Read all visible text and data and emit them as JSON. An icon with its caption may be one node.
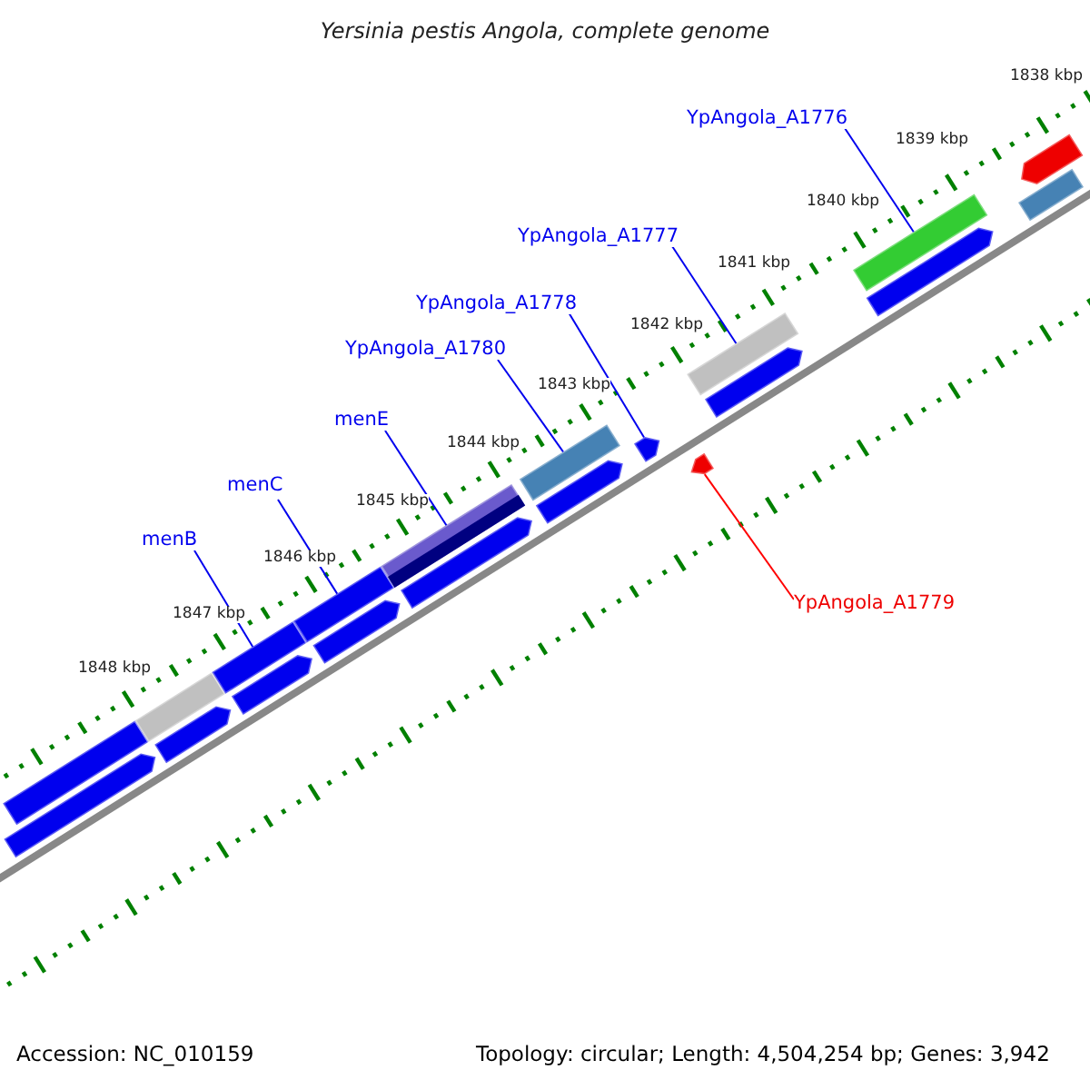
{
  "diagram": {
    "title": "Yersinia pestis Angola, complete genome",
    "nodes": [
      {
        "text": [
          "YpAngola_A1776"
        ]
      },
      {
        "text": [
          "YpAngola_A1777"
        ]
      },
      {
        "text": [
          "YpAngola_A1778"
        ]
      },
      {
        "text": [
          "YpAngola_A1780"
        ]
      },
      {
        "text": [
          "menE"
        ]
      },
      {
        "text": [
          "menC"
        ]
      },
      {
        "text": [
          "menB"
        ]
      },
      {
        "text": [
          "YpAngola_A1779"
        ]
      },
      {
        "text": [],
        "shape": "bar"
      },
      {
        "text": [],
        "shape": "arrow"
      },
      {
        "text": [],
        "shape": "bar"
      },
      {
        "text": [],
        "shape": "arrow"
      },
      {
        "text": [],
        "shape": "bar"
      },
      {
        "text": [],
        "shape": "arrow"
      },
      {
        "text": [],
        "shape": "bar"
      },
      {
        "text": [],
        "shape": "arrow"
      },
      {
        "text": [],
        "shape": "bar"
      },
      {
        "text": [],
        "shape": "arrow"
      },
      {
        "text": [],
        "shape": "bar"
      },
      {
        "text": [],
        "shape": "arrow"
      },
      {
        "text": [],
        "shape": "arrow"
      },
      {
        "text": [],
        "shape": "arrow"
      },
      {
        "text": [],
        "shape": "bar"
      },
      {
        "text": [],
        "shape": "arrow"
      },
      {
        "text": [],
        "shape": "arrow"
      },
      {
        "text": [],
        "shape": "bar"
      },
      {
        "text": [],
        "shape": "bar"
      },
      {
        "text": [],
        "shape": "arrow"
      }
    ],
    "edges": [
      {
        "from": 0,
        "to": 25,
        "arrow": "none"
      },
      {
        "from": 1,
        "to": 22,
        "arrow": "none"
      },
      {
        "from": 2,
        "to": 20,
        "arrow": "none"
      },
      {
        "from": 3,
        "to": 18,
        "arrow": "none"
      },
      {
        "from": 4,
        "to": 16,
        "arrow": "none"
      },
      {
        "from": 5,
        "to": 14,
        "arrow": "none"
      },
      {
        "from": 6,
        "to": 12,
        "arrow": "none"
      },
      {
        "from": 7,
        "to": 21,
        "arrow": "none",
        "color": "#ff0000"
      }
    ],
    "labels": [
      "1838 kbp",
      "1839 kbp",
      "1840 kbp",
      "1841 kbp",
      "1842 kbp",
      "1843 kbp",
      "1844 kbp",
      "1845 kbp",
      "1846 kbp",
      "1847 kbp",
      "1848 kbp",
      "Accession: NC_010159",
      "Topology: circular; Length: 4,504,254 bp; Genes: 3,942"
    ]
  }
}
